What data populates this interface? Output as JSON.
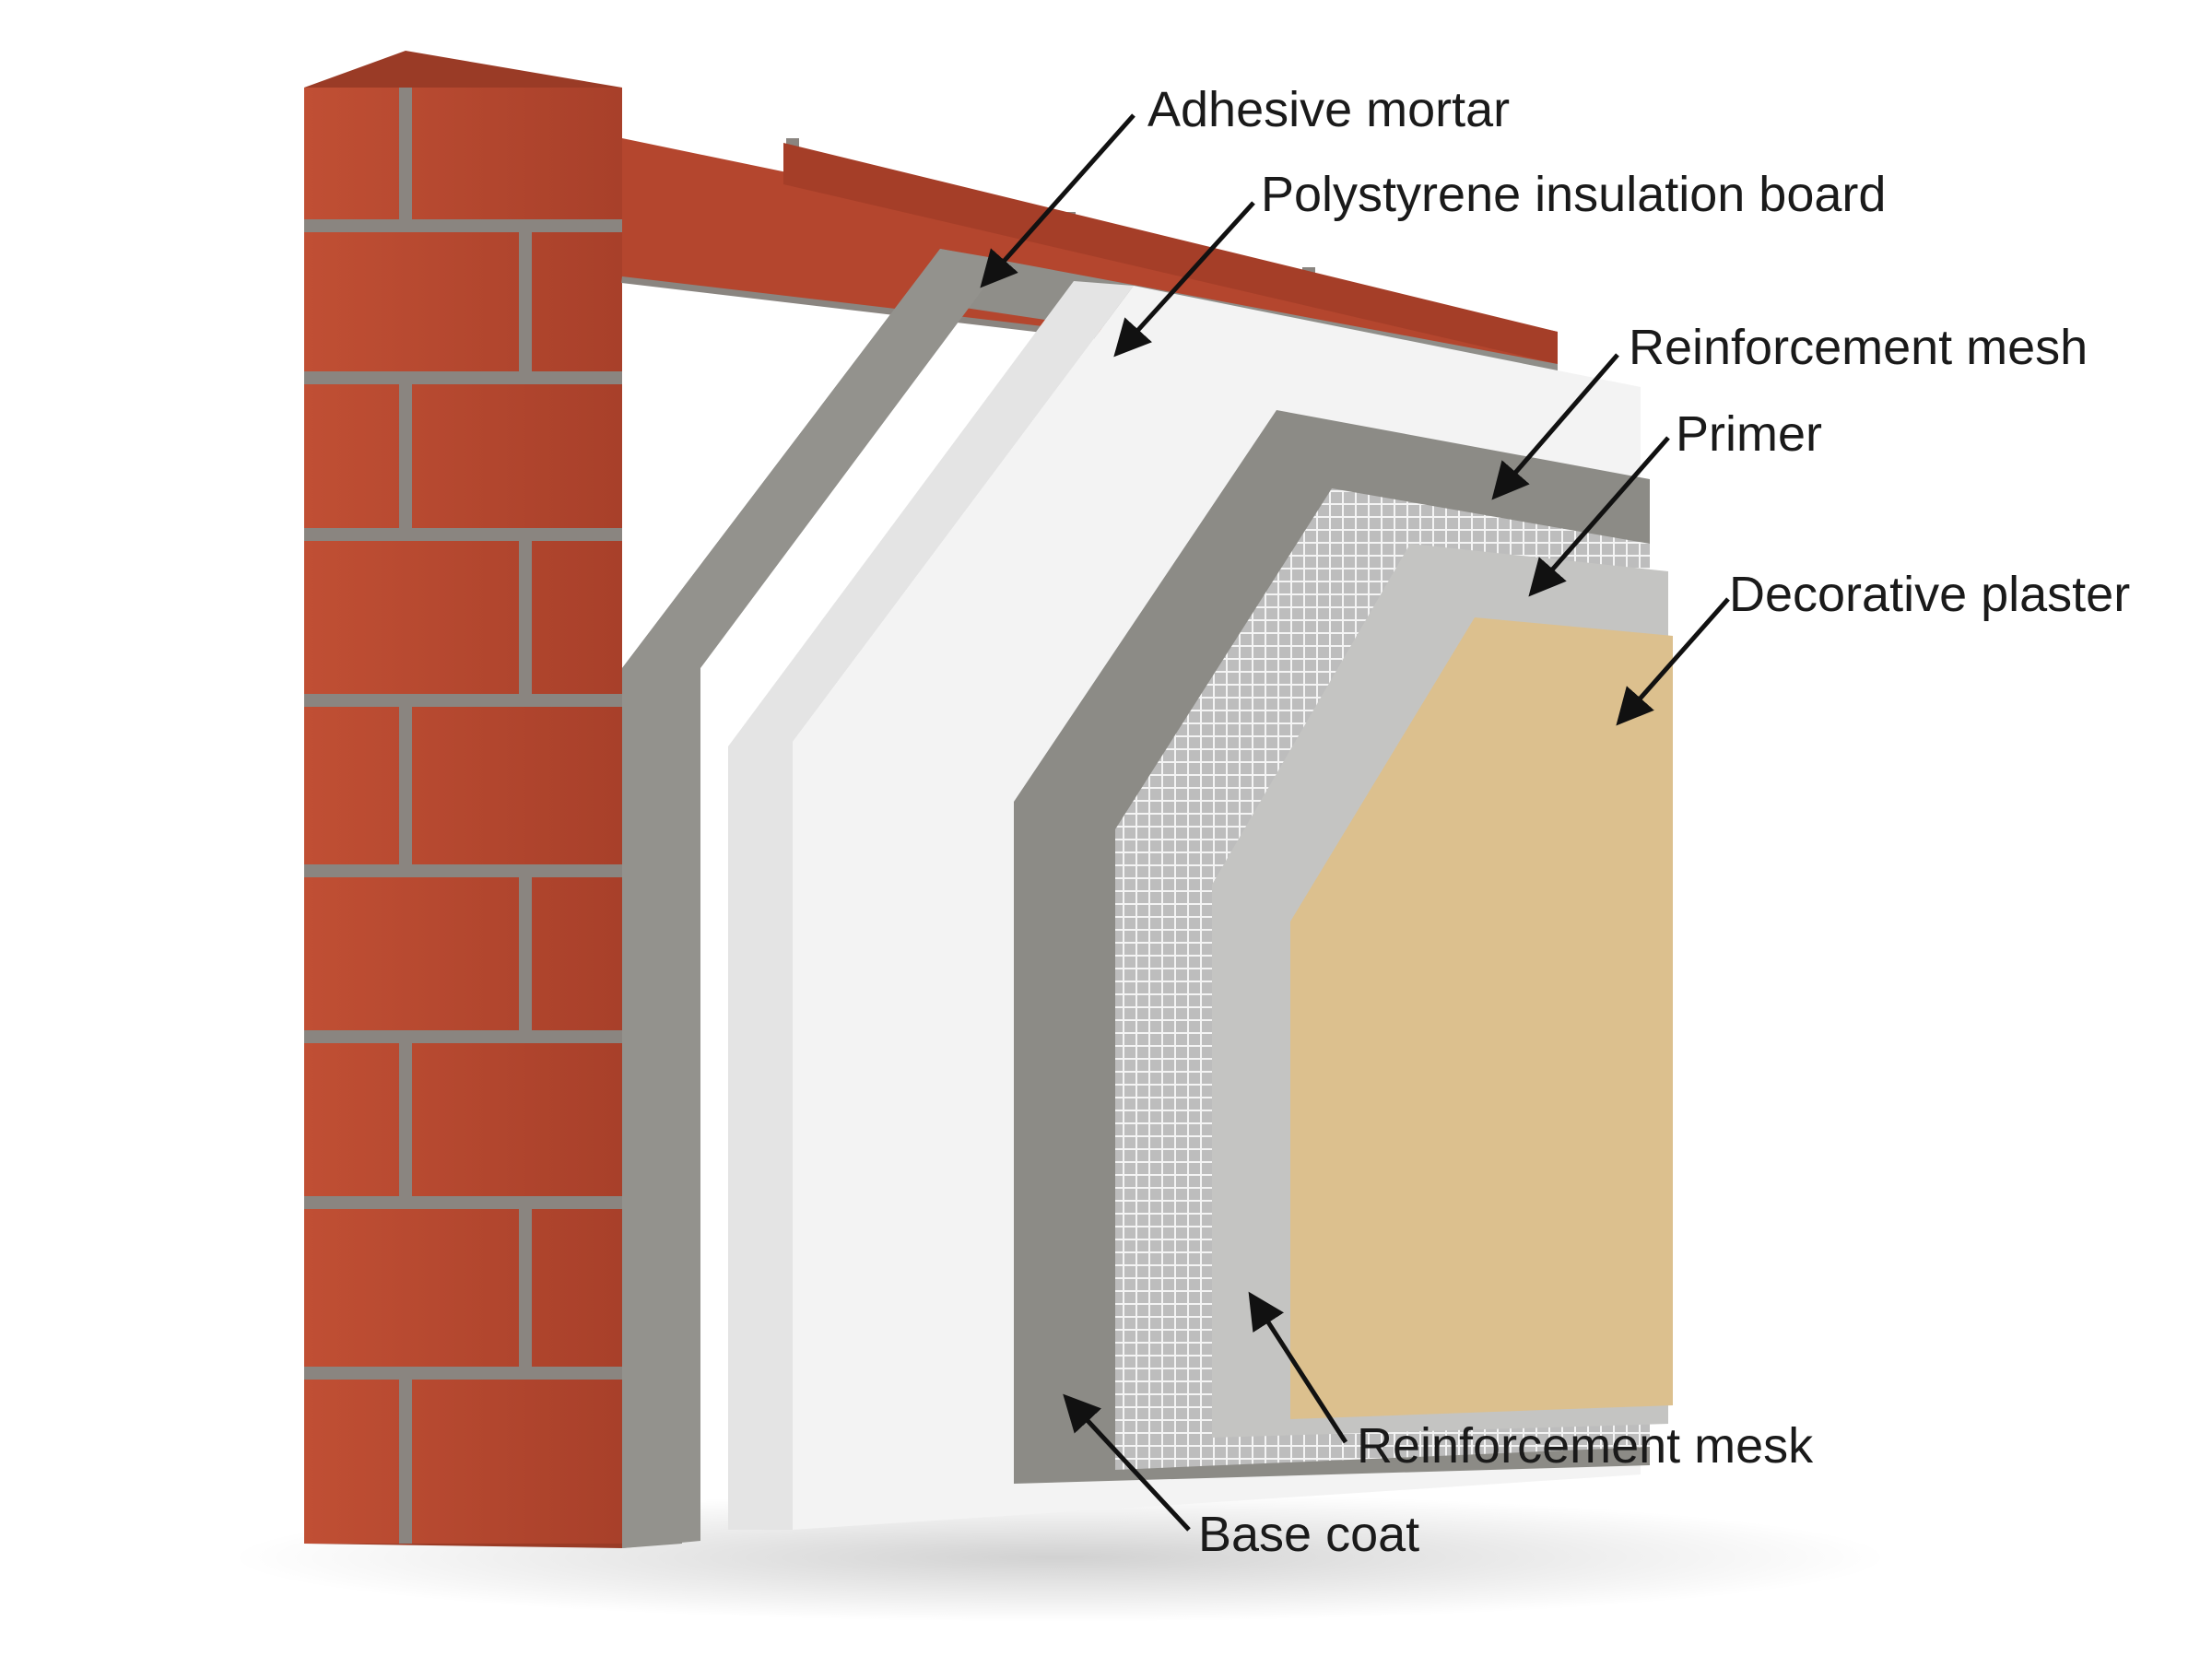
{
  "diagram": {
    "labels": {
      "adhesive_mortar": "Adhesive mortar",
      "polystyrene_board": "Polystyrene insulation board",
      "reinforcement_mesh": "Reinforcement mesh",
      "primer": "Primer",
      "decorative_plaster": "Decorative plaster",
      "reinforcement_mesk": "Reinforcement mesk",
      "base_coat": "Base coat"
    },
    "colors": {
      "brick": "#b5472f",
      "mortar_joint": "#8a8580",
      "adhesive_mortar": "#8f8e89",
      "polystyrene": "#f2f2f2",
      "base_coat": "#8c8b86",
      "mesh": "#d8d8d8",
      "primer": "#c4c4c2",
      "decorative_plaster": "#dcc08e",
      "arrow": "#111111"
    }
  }
}
